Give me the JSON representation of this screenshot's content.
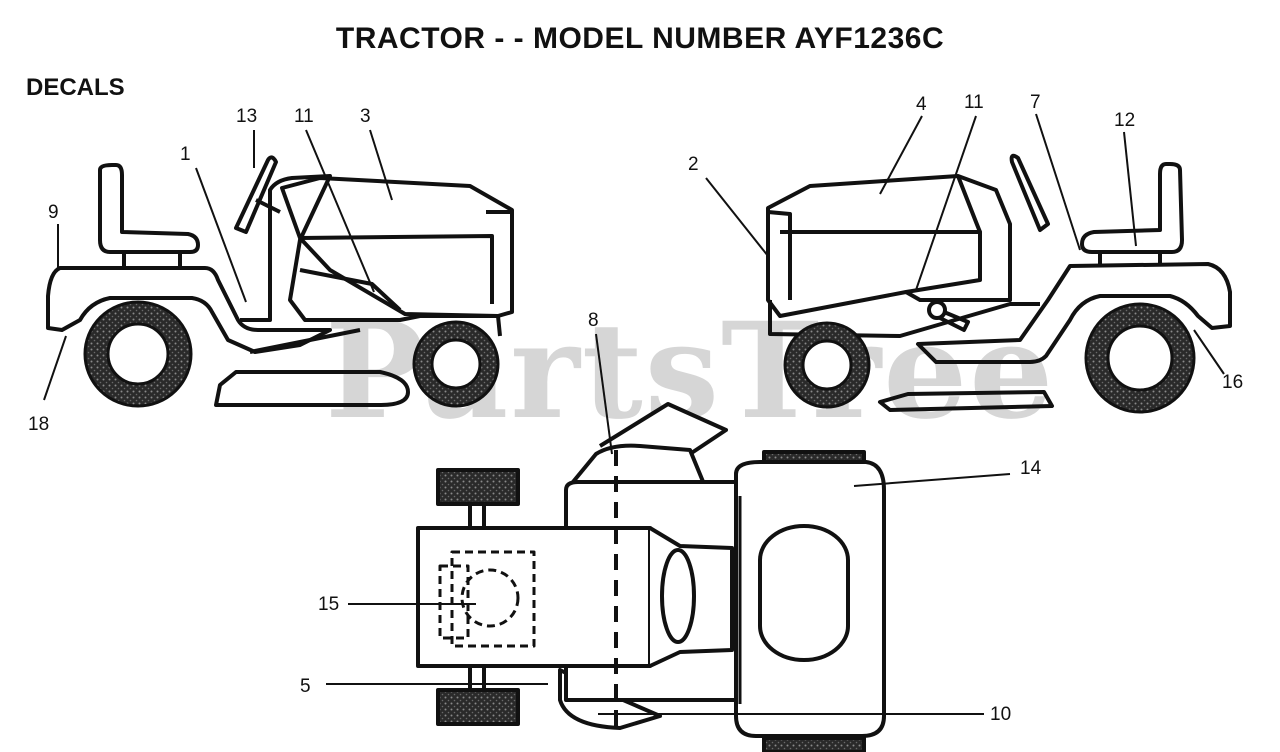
{
  "title": "TRACTOR - - MODEL NUMBER AYF1236C",
  "section": "DECALS",
  "watermark": "PartsTree",
  "callouts": {
    "c1": "1",
    "c2": "2",
    "c3": "3",
    "c4": "4",
    "c5": "5",
    "c7": "7",
    "c8": "8",
    "c9": "9",
    "c10": "10",
    "c11a": "11",
    "c11b": "11",
    "c12": "12",
    "c13": "13",
    "c14": "14",
    "c15": "15",
    "c16": "16",
    "c18": "18"
  }
}
